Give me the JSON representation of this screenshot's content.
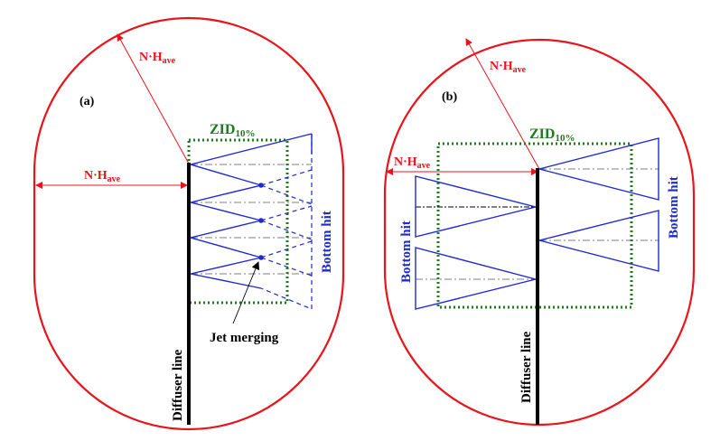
{
  "panel_a": {
    "label": "(a)",
    "radius_label": {
      "main": "N·H",
      "sub": "ave"
    },
    "width_label": {
      "main": "N·H",
      "sub": "ave"
    },
    "zid_label": {
      "main": "ZID",
      "sub": "10%"
    },
    "bottom_hit_label": "Bottom hit",
    "jet_merging_label": "Jet merging",
    "diffuser_label": "Diffuser line"
  },
  "panel_b": {
    "label": "(b)",
    "radius_label": {
      "main": "N·H",
      "sub": "ave"
    },
    "width_label": {
      "main": "N·H",
      "sub": "ave"
    },
    "zid_label": {
      "main": "ZID",
      "sub": "10%"
    },
    "bottom_hit_left_label": "Bottom hit",
    "bottom_hit_right_label": "Bottom hit",
    "diffuser_label": "Diffuser line"
  },
  "colors": {
    "boundary": "#e8141b",
    "zid": "#1f7a1f",
    "jets": "#1e2ad0",
    "diffuser": "#000000"
  }
}
